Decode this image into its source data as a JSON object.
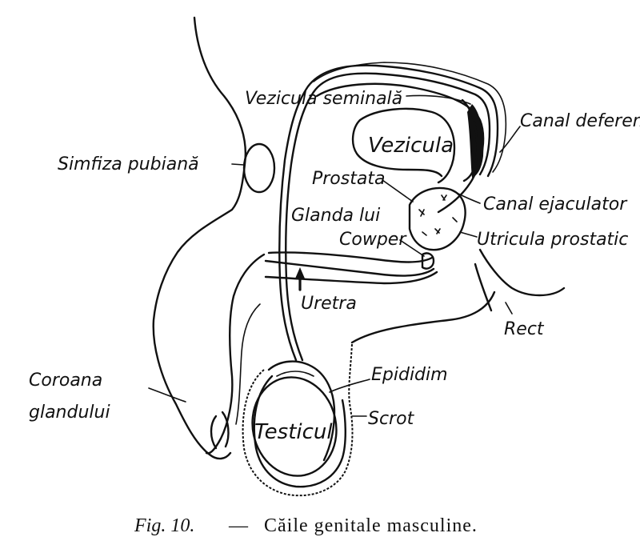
{
  "labels": {
    "vezicula_seminala": "Vezicula seminală",
    "canal_deferent": "Canal deferen",
    "vezicula": "Vezicula",
    "simfiza_pubiana": "Simfiza pubiană",
    "prostata": "Prostata",
    "canal_ejaculator": "Canal ejaculator",
    "glanda_lui": "Glanda lui",
    "cowper": "Cowper",
    "utricula_prostatica": "Utricula prostatic",
    "uretra": "Uretra",
    "rect": "Rect",
    "epididim": "Epididim",
    "coroana": "Coroana",
    "glandului": "glandului",
    "testicul": "Testicul",
    "scrot": "Scrot"
  },
  "caption": {
    "fig": "Fig. 10.",
    "dash": "—",
    "text": "Căile genitale masculine."
  }
}
